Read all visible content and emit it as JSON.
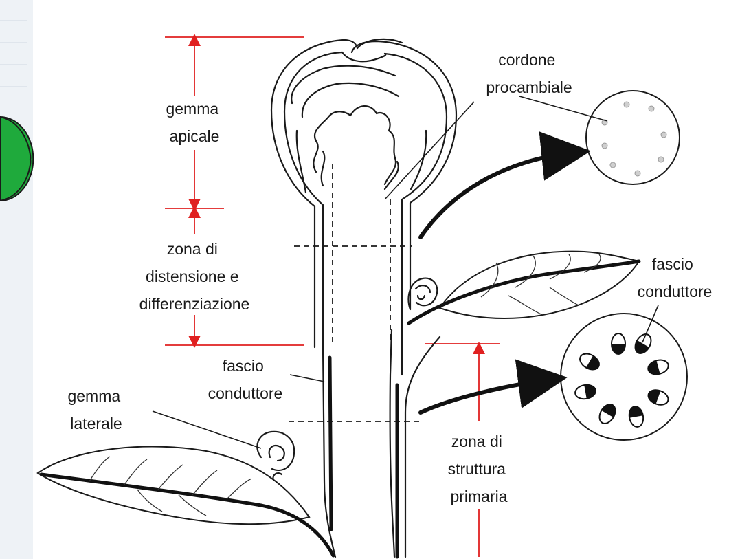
{
  "labels": {
    "gemma_apicale": [
      "gemma",
      "apicale"
    ],
    "zona_distensione": [
      "zona di",
      "distensione e",
      "differenziazione"
    ],
    "fascio_conduttore_left": [
      "fascio",
      "conduttore"
    ],
    "gemma_laterale": [
      "gemma",
      "laterale"
    ],
    "cordone_procambiale": [
      "cordone",
      "procambiale"
    ],
    "fascio_conduttore_right": [
      "fascio",
      "conduttore"
    ],
    "zona_struttura": [
      "zona di",
      "struttura",
      "primaria"
    ]
  },
  "colors": {
    "measure_lines": "#e02020",
    "ink": "#1a1a1a",
    "side_tab": "#1faa3c",
    "background_left_strip": "#eef2f6"
  },
  "icons": {
    "side_tab": "green-circle-tab"
  }
}
